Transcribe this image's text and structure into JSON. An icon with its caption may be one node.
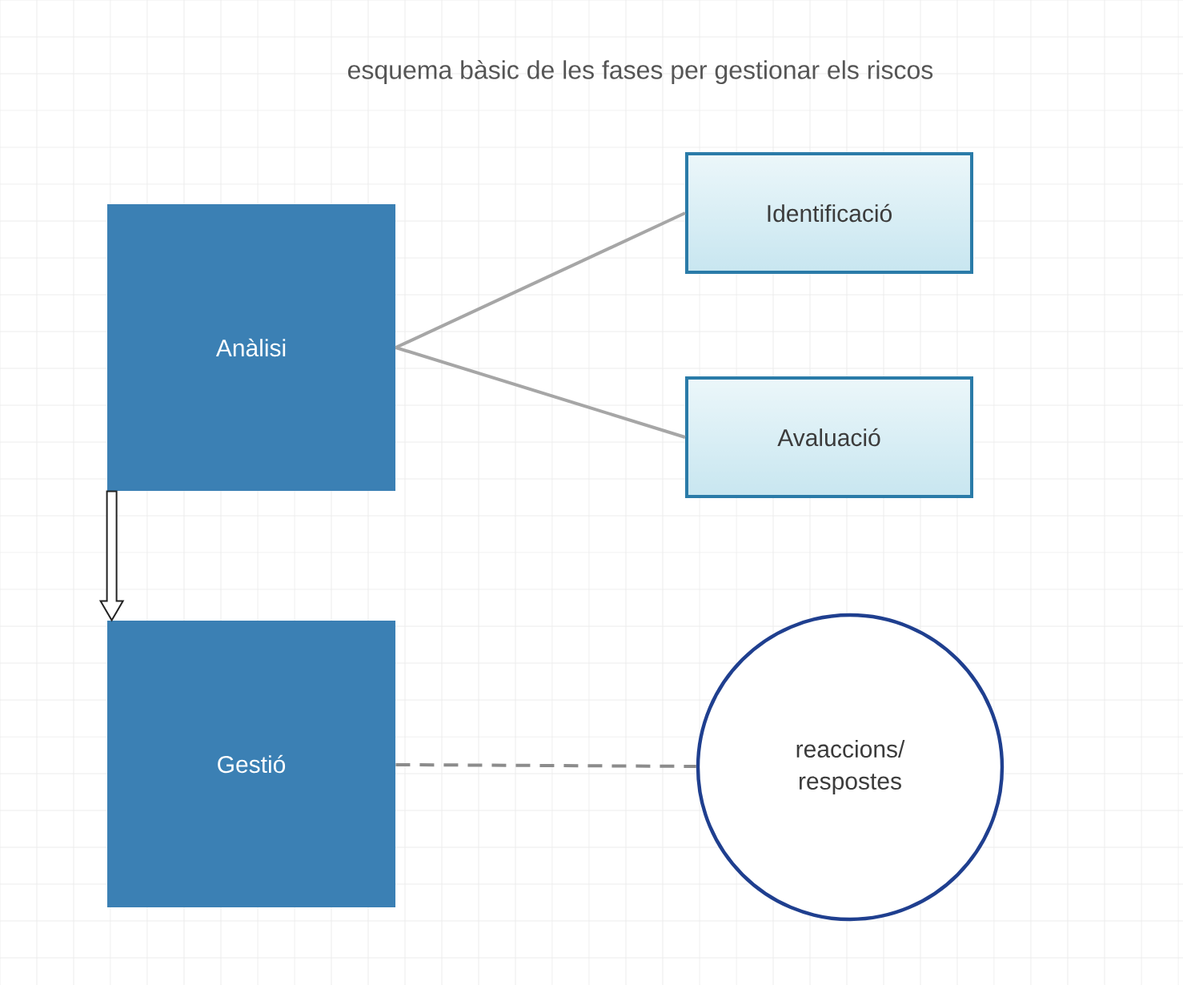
{
  "diagram": {
    "title": "esquema bàsic de les fases per gestionar els riscos",
    "nodes": [
      {
        "text": [
          "Anàlisi"
        ]
      },
      {
        "text": [
          "Identificació"
        ]
      },
      {
        "text": [
          "Avaluació"
        ]
      },
      {
        "text": [
          "Gestió"
        ]
      },
      {
        "text": [
          "reaccions/ respostes"
        ]
      }
    ],
    "edges": [
      {
        "from": 0,
        "to": 1,
        "arrow": "none",
        "color": "#a6a6a6"
      },
      {
        "from": 0,
        "to": 2,
        "arrow": "none",
        "color": "#a6a6a6"
      },
      {
        "from": 0,
        "to": 3,
        "arrow": "to",
        "style": "thick",
        "color": "#222222"
      },
      {
        "from": 3,
        "to": 4,
        "arrow": "none",
        "style": "dashed",
        "color": "#8c8c8c"
      }
    ]
  }
}
